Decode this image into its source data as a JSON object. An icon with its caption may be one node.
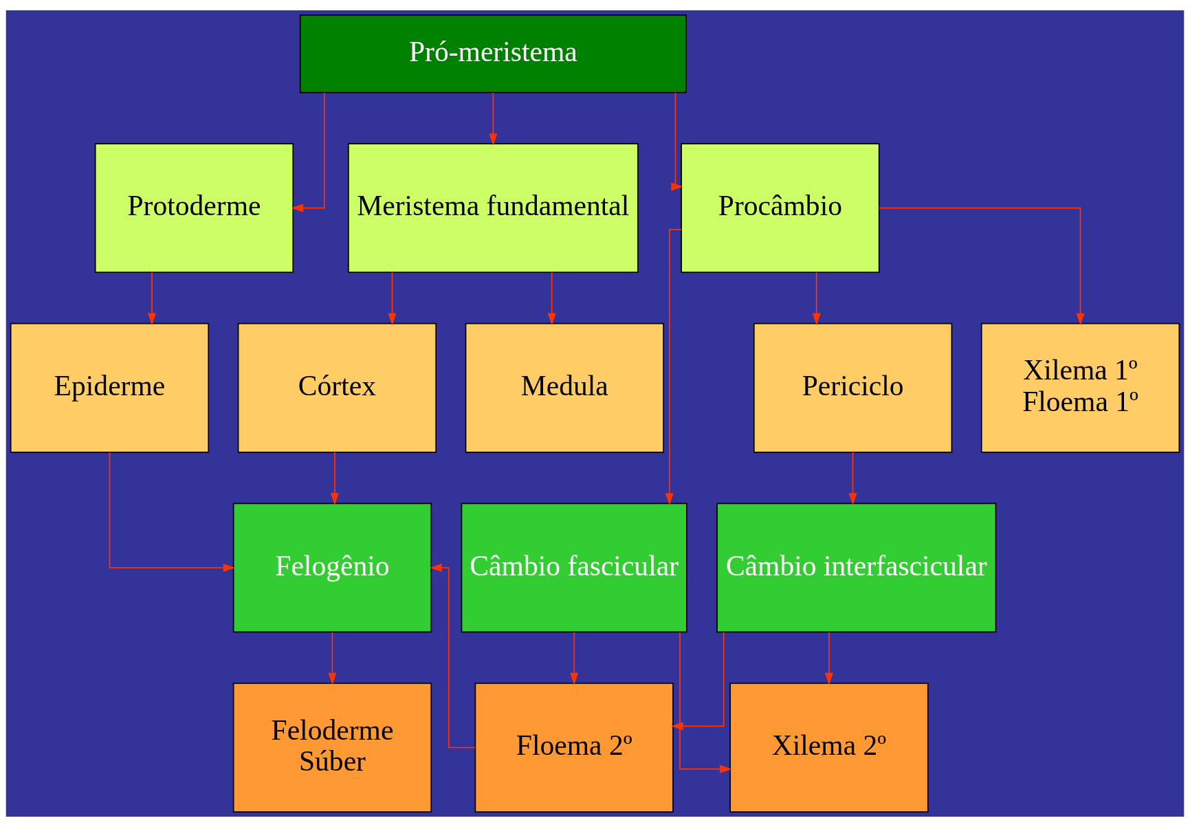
{
  "diagram": {
    "nodes": [
      {
        "text": [
          "Pró-meristema"
        ]
      },
      {
        "text": [
          "Protoderme"
        ]
      },
      {
        "text": [
          "Meristema fundamental"
        ]
      },
      {
        "text": [
          "Procâmbio"
        ]
      },
      {
        "text": [
          "Epiderme"
        ]
      },
      {
        "text": [
          "Córtex"
        ]
      },
      {
        "text": [
          "Medula"
        ]
      },
      {
        "text": [
          "Periciclo"
        ]
      },
      {
        "text": [
          "Xilema 1º",
          "Floema 1º"
        ]
      },
      {
        "text": [
          "Felogênio"
        ]
      },
      {
        "text": [
          "Câmbio interfascicular"
        ]
      },
      {
        "text": [
          "Câmbio fascicular"
        ]
      },
      {
        "text": [
          "Feloderme",
          "Súber"
        ]
      },
      {
        "text": [
          "Floema 2º"
        ]
      },
      {
        "text": [
          "Xilema 2º"
        ]
      }
    ],
    "edges": [
      {
        "from": 0,
        "to": 1,
        "arrow": "to"
      },
      {
        "from": 0,
        "to": 2,
        "arrow": "to"
      },
      {
        "from": 0,
        "to": 3,
        "arrow": "to"
      },
      {
        "from": 1,
        "to": 4,
        "arrow": "to"
      },
      {
        "from": 2,
        "to": 5,
        "arrow": "to"
      },
      {
        "from": 2,
        "to": 6,
        "arrow": "to"
      },
      {
        "from": 3,
        "to": 7,
        "arrow": "to"
      },
      {
        "from": 3,
        "to": 8,
        "arrow": "to"
      },
      {
        "from": 3,
        "to": 11,
        "arrow": "to"
      },
      {
        "from": 4,
        "to": 9,
        "arrow": "to"
      },
      {
        "from": 5,
        "to": 9,
        "arrow": "to"
      },
      {
        "from": 7,
        "to": 10,
        "arrow": "to"
      },
      {
        "from": 9,
        "to": 12,
        "arrow": "to"
      },
      {
        "from": 13,
        "to": 9,
        "arrow": "to"
      },
      {
        "from": 10,
        "to": 13,
        "arrow": "to"
      },
      {
        "from": 10,
        "to": 14,
        "arrow": "to"
      },
      {
        "from": 11,
        "to": 13,
        "arrow": "to"
      },
      {
        "from": 11,
        "to": 14,
        "arrow": "to"
      }
    ]
  }
}
